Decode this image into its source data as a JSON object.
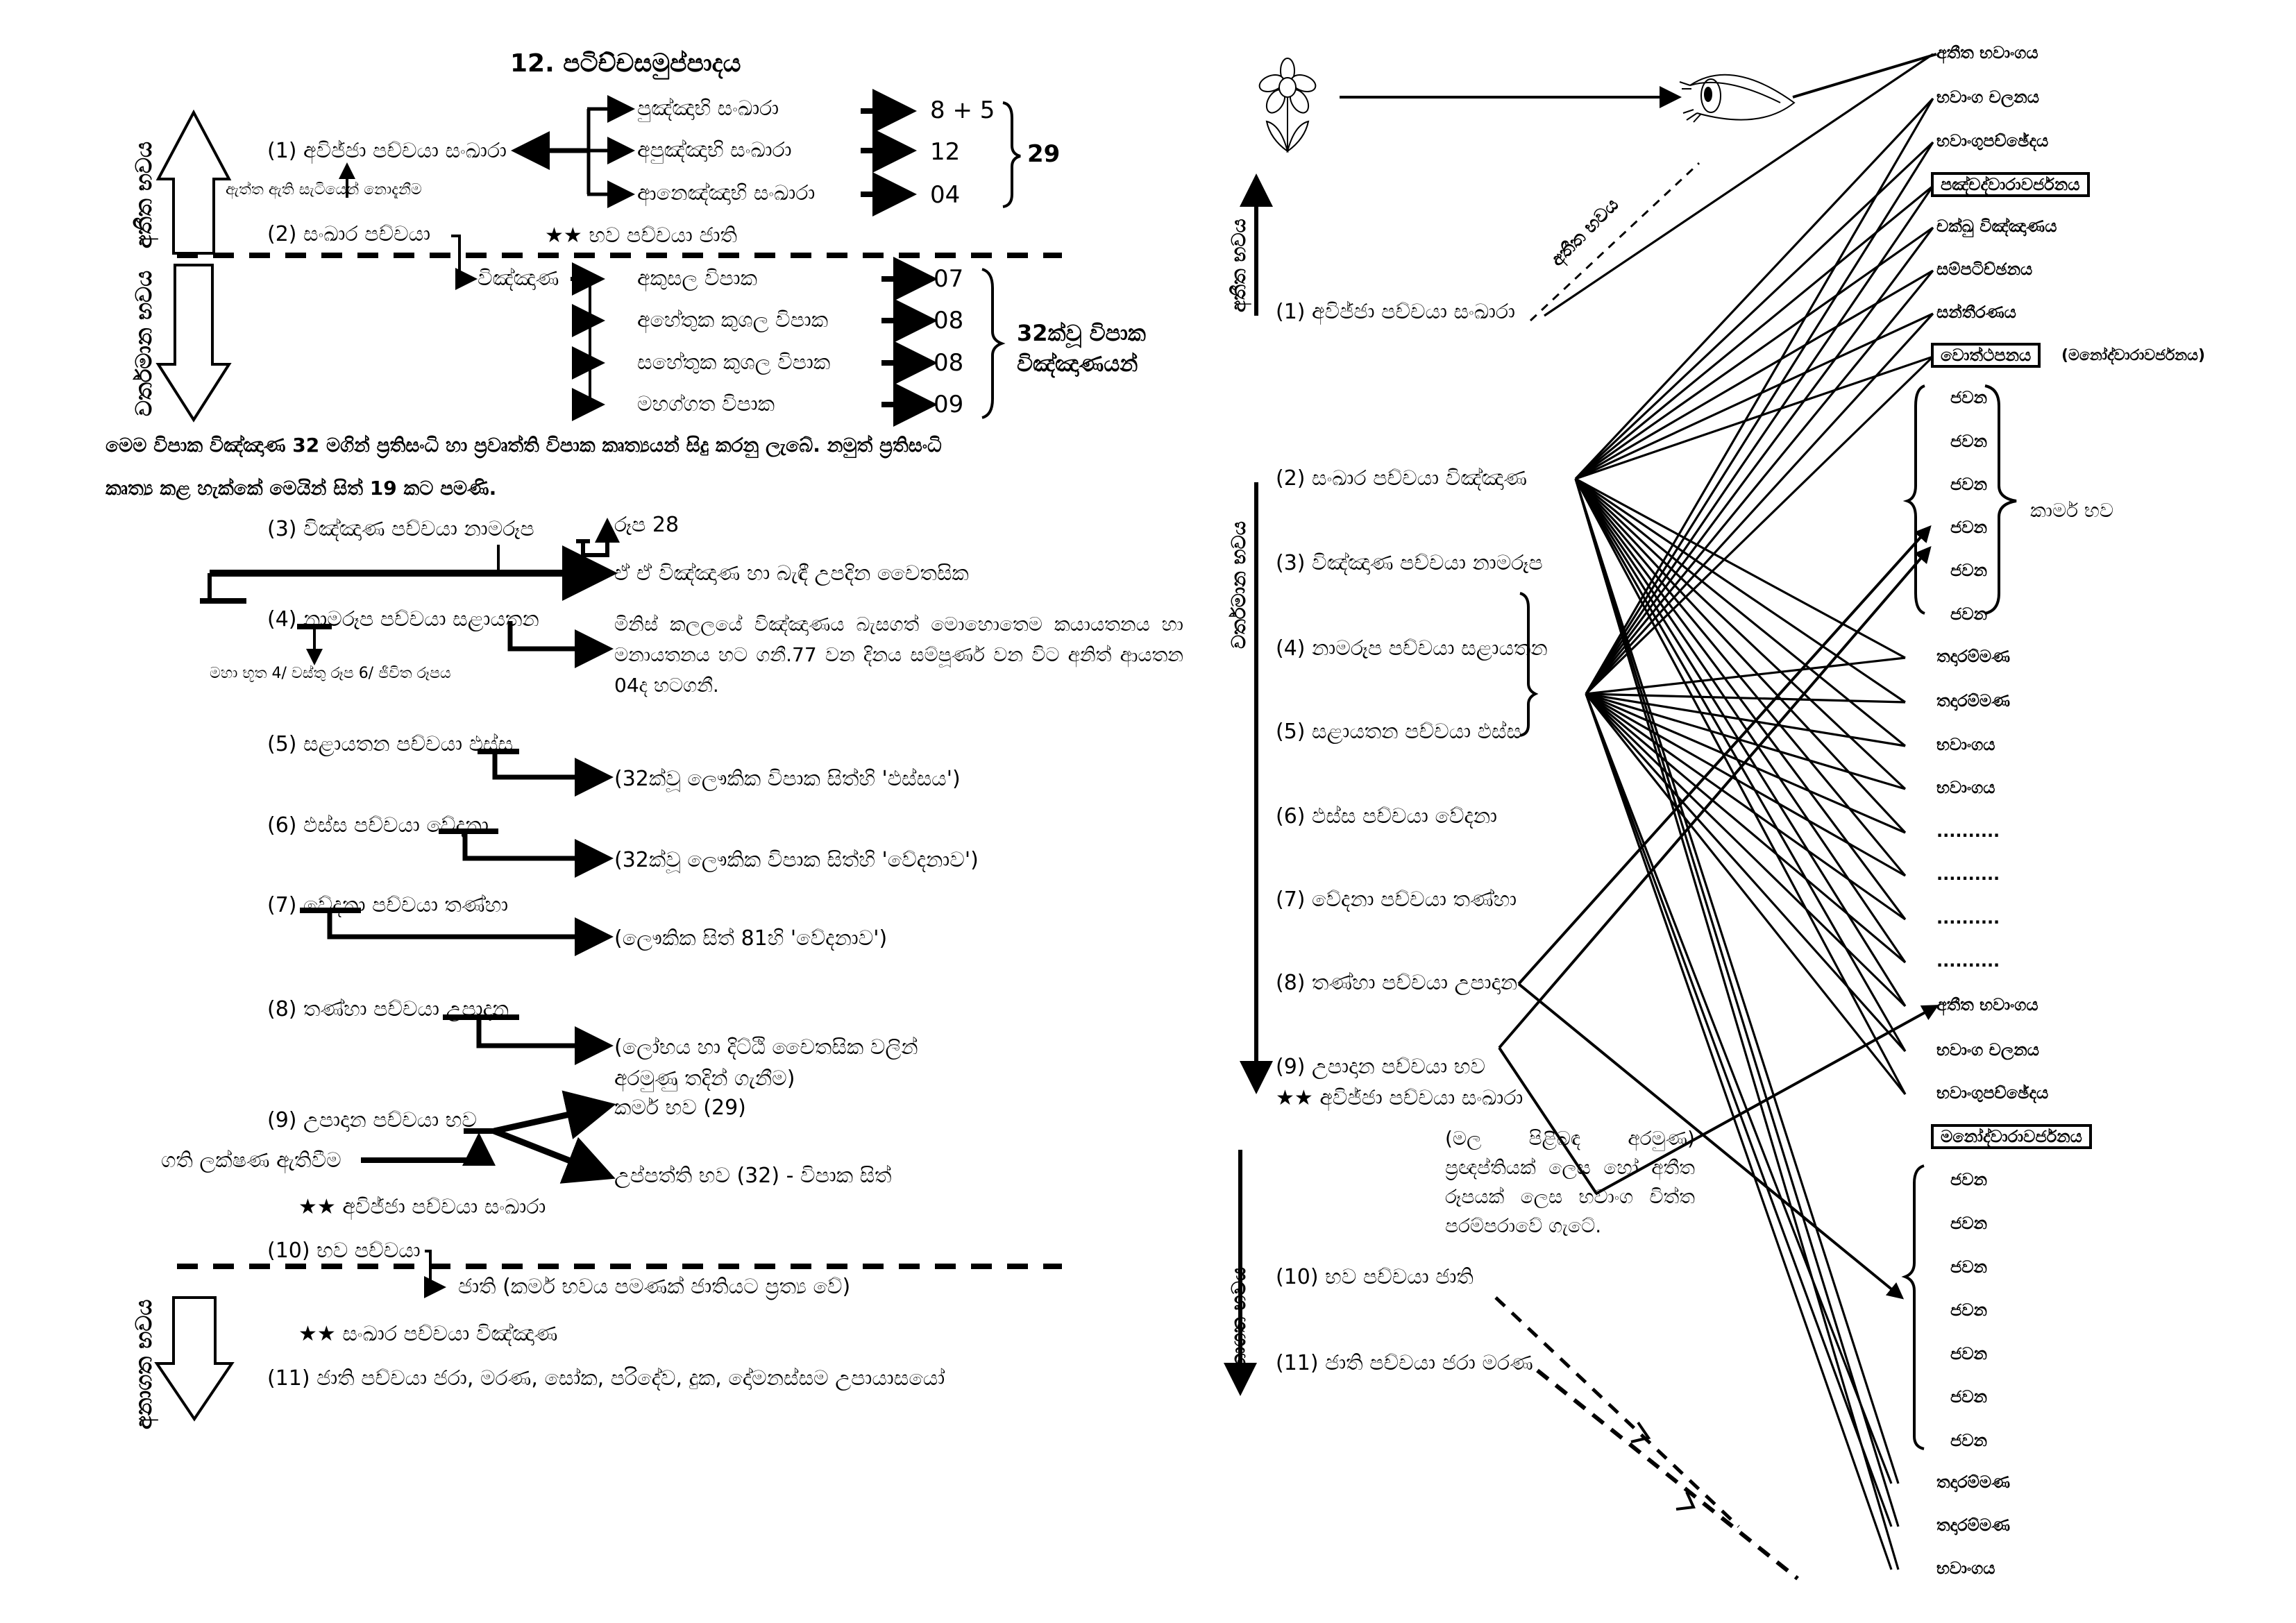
{
  "title": "12. පටිච්චසමුප්පාදය",
  "left": {
    "periods": {
      "past": "අතීත භවය",
      "present": "වර්තමාන භවය",
      "future": "අනාගත භවය"
    },
    "link1": "(1) අවිජ්ජා පච්චයා සංඛාරා",
    "link1_note": "ඇත්ත ඇති සැටියෙන් නොදැනීම",
    "sankhara_types": [
      {
        "label": "පුඤ්ඤාභි සංඛාරා",
        "count": "8 + 5"
      },
      {
        "label": "අපුඤ්ඤාභි සංඛාරා",
        "count": "12"
      },
      {
        "label": "ආනෙඤ්ඤාභි සංඛාරා",
        "count": "04"
      }
    ],
    "sankhara_total": "29",
    "link2": "(2) සංඛාර පච්චයා",
    "star_note_1": "★★ භව පච්චයා ජාති",
    "vinnana_label": "විඤ්ඤාණ",
    "vipaka_types": [
      {
        "label": "අකුසල විපාක",
        "count": "07"
      },
      {
        "label": "අහේතුක කුශල විපාක",
        "count": "08"
      },
      {
        "label": "සහේතුක කුශල විපාක",
        "count": "08"
      },
      {
        "label": "මහග්ගත විපාක",
        "count": "09"
      }
    ],
    "vipaka_total": "32ක්වූ විපාක විඤ්ඤාණයන්",
    "paragraph_line1": "මෙම විපාක විඤ්ඤාණ 32 මගින් ප්‍රතිසංධි හා ප්‍රවෘත්ති විපාක කෘත්‍යයන් සිදු කරනු ලැබේ. නමුත් ප්‍රතිසංධි",
    "paragraph_line2": "කෘත්‍ය කළ හැක්කේ මෙයින් සිත් 19 කට පමණි.",
    "link3": "(3) විඤ්ඤාණ පච්චයා නාමරූප",
    "link3_rupa": "රූප 28",
    "link3_cetasika": "ඒ ඒ විඤ්ඤාණ හා බැඳී උපදින චෛතසික",
    "link4": "(4) නාමරූප පච්චයා සළායතන",
    "link4_sub": "මහා භූත 4/ වස්තු රූප 6/ ජීවිත රූපය",
    "link4_note": "මිනිස් කලලයේ විඤ්ඤාණය බැසගත් මොහොතෙම කයායතනය හා මනායතනය හට ගනී.77 වන දිනය සම්පූර්ණ වන විට අනිත් ආයතන 04ද හටගනී.",
    "link5": "(5) සළායතන පච්චයා ඵස්ස",
    "link5_note": "(32ක්වූ ලෞකික විපාක සිත්හි 'ඵස්සය')",
    "link6": "(6) ඵස්ස පච්චයා වේදනා",
    "link6_note": "(32ක්වූ ලෞකික විපාක සිත්හි 'වේදනාව')",
    "link7": "(7) වේදනා පච්චයා තණ්හා",
    "link7_note": "(ලෞකික සිත් 81හි 'වේදනාව')",
    "link8": "(8) තණ්හා පච්චයා උපාදාන",
    "link8_note_1": "(ලෝභය හා දිට්ඨි චෛතසික වලින්",
    "link8_note_2": "අරමුණු තදින් ගැනීම)",
    "link9": "(9) උපාදාන පච්චයා භව",
    "link9_kamma": "කර්ම භව (29)",
    "link9_upapatti": "උප්පත්ති භව (32)  - විපාක සිත්",
    "gati": "ගති ලක්ෂණ ඇතිවීම",
    "star_note_2": "★★ අවිජ්ජා පච්චයා සංඛාරා",
    "link10": "(10) භව පච්චයා",
    "link10_jati": "ජාති (කර්ම භවය පමණක් ජාතියට ප්‍රත්‍ය වේ)",
    "star_note_3": "★★ සංඛාර පච්චයා විඤ්ඤාණ",
    "link11": "(11) ජාති පච්චයා ජරා, මරණ, සෝක, පරිදේව, දුක, දෝමනස්සම උපායාසයෝ"
  },
  "right": {
    "periods": {
      "past": "අතීත භවය",
      "present": "වර්තමාන භවය",
      "future": "අනාගත භවය"
    },
    "icons": [
      "flower-icon",
      "eye-icon"
    ],
    "diagonal_label": "අතීත භවය",
    "links": [
      "(1) අවිජ්ජා පච්චයා සංඛාරා",
      "(2) සංඛාර පච්චයා විඤ්ඤාණ",
      "(3) විඤ්ඤාණ පච්චයා නාමරූප",
      "(4) නාමරූප පච්චයා සළායතන",
      "(5) සළායතන පච්චයා ඵස්ස",
      "(6) ඵස්ස පච්චයා වේදනා",
      "(7) වේදනා පච්චයා තණ්හා",
      "(8) තණ්හා පච්චයා උපාදාන",
      "(9) උපාදාන පච්චයා භව",
      "★★ අවිජ්ජා පච්චයා සංඛාරා",
      "(10) භව පච්චයා ජාති",
      "(11) ජාති පච්චයා ජරා මරණ"
    ],
    "note": "(මල පිළිබඳ අරමුණ) ප්‍රඥප්තියක් ලෙස හෝ අතීත රූපයක් ලෙස භවාංග චිත්ත පරම්පරාවේ ගැටේ.",
    "process_1": [
      {
        "label": "අතීත භවාංගය",
        "boxed": false
      },
      {
        "label": "භවාංග චලනය",
        "boxed": false
      },
      {
        "label": "භවාංගුපච්ඡේදය",
        "boxed": false
      },
      {
        "label": "පඤ්චද්වාරාවර්ජනය",
        "boxed": true
      },
      {
        "label": "චක්ඛු විඤ්ඤාණය",
        "boxed": false
      },
      {
        "label": "සම්පටිච්ඡනය",
        "boxed": false
      },
      {
        "label": "සන්තීරණය",
        "boxed": false
      },
      {
        "label": "වොත්ථපනය",
        "boxed": true,
        "aside": "(මනෝද්වාරාවර්ජනය)"
      }
    ],
    "javana_1": [
      "ජවන",
      "ජවන",
      "ජවන",
      "ජවන",
      "ජවන",
      "ජවන"
    ],
    "javana_1_label": "කාර්ම භව",
    "process_1_tail": [
      "තදාරම්මණ",
      "තදාරම්මණ",
      "භවාංගය",
      "භවාංගය",
      "..........",
      "..........",
      "..........",
      ".........."
    ],
    "process_2": [
      {
        "label": "අතීත භවාංගය",
        "boxed": false
      },
      {
        "label": "භවාංග චලනය",
        "boxed": false
      },
      {
        "label": "භවාංගුපච්ඡේදය",
        "boxed": false
      },
      {
        "label": "මනෝද්වාරාවර්ජනය",
        "boxed": true
      }
    ],
    "javana_2": [
      "ජවන",
      "ජවන",
      "ජවන",
      "ජවන",
      "ජවන",
      "ජවන",
      "ජවන"
    ],
    "process_2_tail": [
      "තදාරම්මණ",
      "තදාරම්මණ",
      "භවාංගය"
    ]
  }
}
